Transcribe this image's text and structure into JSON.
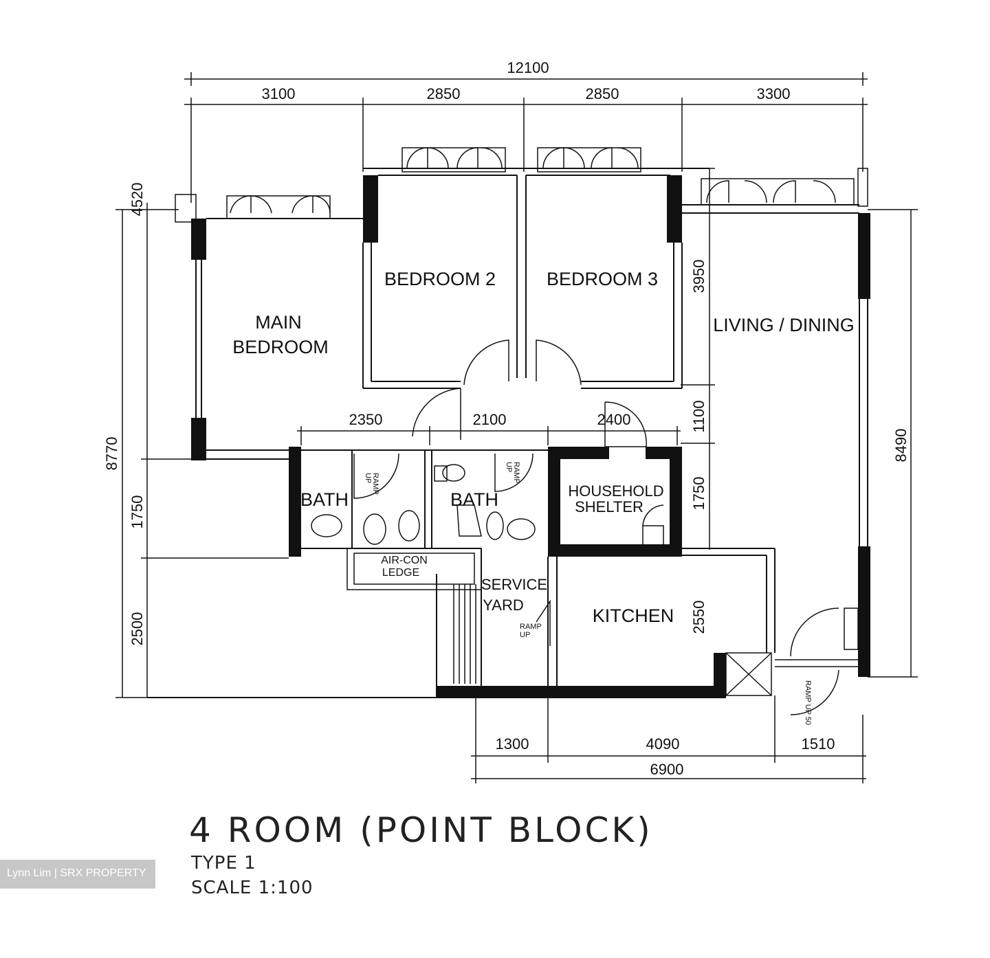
{
  "dimensions": {
    "top_total": "12100",
    "top_1": "3100",
    "top_2": "2850",
    "top_3": "2850",
    "top_4": "3300",
    "left_total": "8770",
    "left_1": "4520",
    "left_2": "1750",
    "left_3": "2500",
    "right_total": "8490",
    "inner_3950": "3950",
    "inner_1100": "1100",
    "inner_1750": "1750",
    "inner_2550": "2550",
    "mid_2350": "2350",
    "mid_2100": "2100",
    "mid_2400": "2400",
    "bottom_1": "1300",
    "bottom_2": "4090",
    "bottom_3": "1510",
    "bottom_total": "6900"
  },
  "rooms": {
    "main_bedroom_1": "MAIN",
    "main_bedroom_2": "BEDROOM",
    "bedroom_2": "BEDROOM 2",
    "bedroom_3": "BEDROOM 3",
    "living_dining": "LIVING / DINING",
    "bath_1": "BATH",
    "bath_2": "BATH",
    "household_1": "HOUSEHOLD",
    "household_2": "SHELTER",
    "aircon_1": "AIR-CON",
    "aircon_2": "LEDGE",
    "service_1": "SERVICE",
    "service_2": "YARD",
    "kitchen": "KITCHEN",
    "ramp_1": "RAMP",
    "ramp_up": "UP",
    "ramp_50": "RAMP UP 50"
  },
  "title": {
    "main": "4 ROOM (POINT BLOCK)",
    "type": "TYPE 1",
    "scale": "SCALE 1:100"
  },
  "watermark": "Lynn Lim | SRX PROPERTY"
}
